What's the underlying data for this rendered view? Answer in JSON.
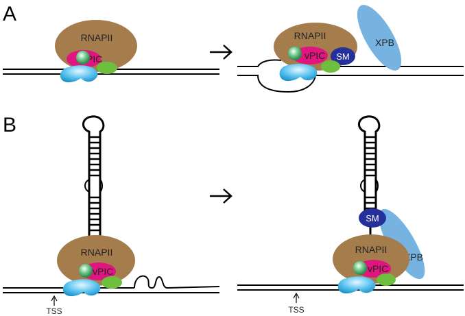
{
  "panels": [
    {
      "letter": "A",
      "before": {
        "rnap": "RNAPII",
        "vpic": "vPIC"
      },
      "after": {
        "rnap": "RNAPII",
        "vpic": "vPIC",
        "sm": "SM",
        "xpb": "XPB"
      }
    },
    {
      "letter": "B",
      "before": {
        "rnap": "RNAPII",
        "vpic": "vPIC",
        "tss": "TSS"
      },
      "after": {
        "rnap": "RNAPII",
        "vpic": "vPIC",
        "sm": "SM",
        "xpb": "XPB",
        "tss": "TSS"
      }
    }
  ],
  "colors": {
    "rnapii": "#a57c4c",
    "vpic": "#e0157f",
    "xpb": "#76b3e1",
    "sm": "#25309a",
    "green": "#6fbf3f",
    "blue_factor": "#3ba7de",
    "sphere": "#3aa35a",
    "dna": "#000000"
  },
  "arrow_glyph": "→"
}
